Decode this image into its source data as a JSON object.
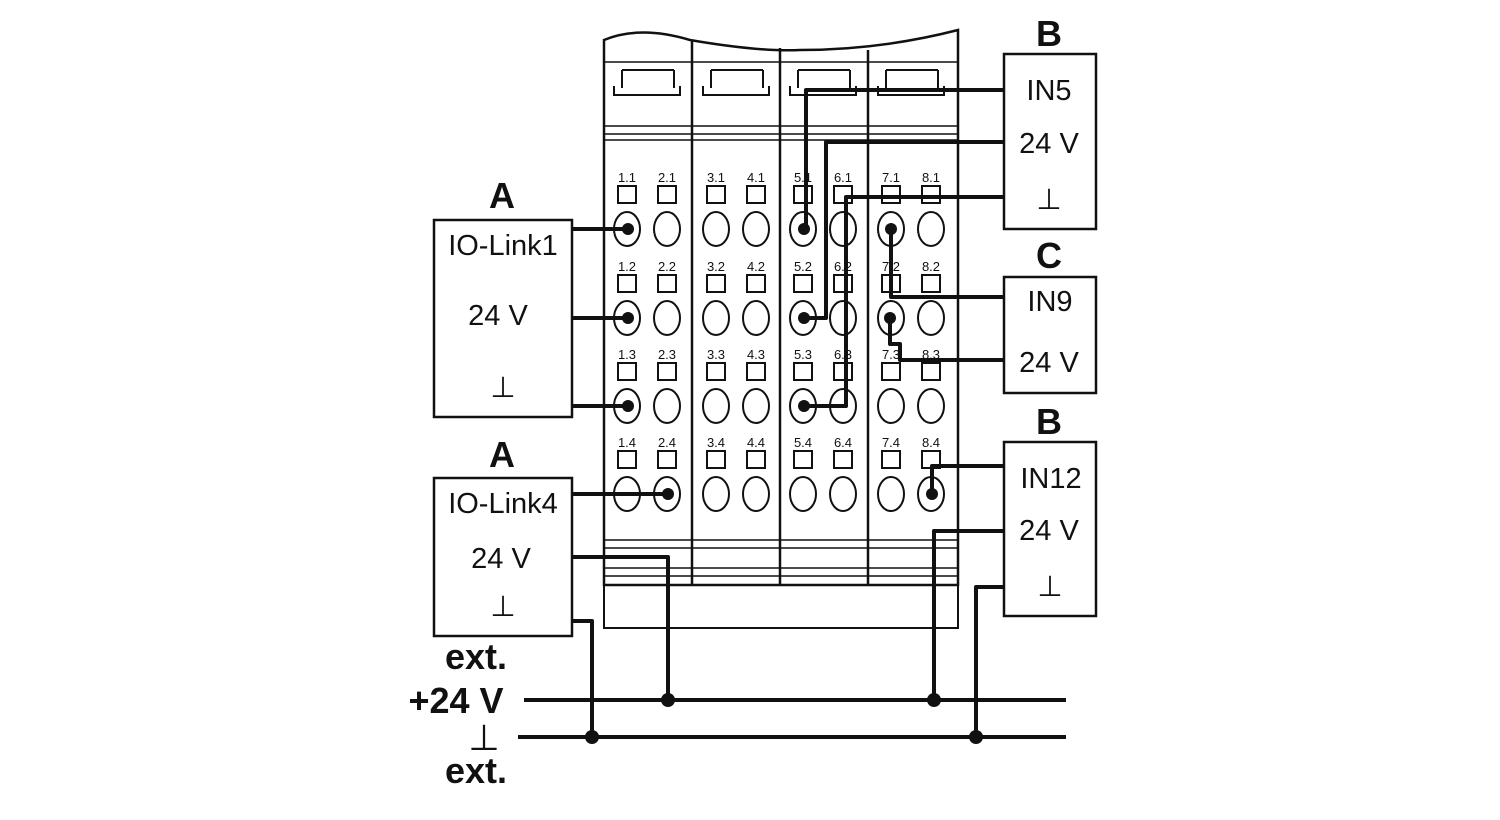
{
  "modules": [
    {
      "columns": [
        "1",
        "2"
      ]
    },
    {
      "columns": [
        "3",
        "4"
      ]
    },
    {
      "columns": [
        "5",
        "6"
      ]
    },
    {
      "columns": [
        "7",
        "8"
      ]
    }
  ],
  "terminal_labels": {
    "row1": [
      "1.1",
      "2.1",
      "3.1",
      "4.1",
      "5.1",
      "6.1",
      "7.1",
      "8.1"
    ],
    "row2": [
      "1.2",
      "2.2",
      "3.2",
      "4.2",
      "5.2",
      "6.2",
      "7.2",
      "8.2"
    ],
    "row3": [
      "1.3",
      "2.3",
      "3.3",
      "4.3",
      "5.3",
      "6.3",
      "7.3",
      "8.3"
    ],
    "row4": [
      "1.4",
      "2.4",
      "3.4",
      "4.4",
      "5.4",
      "6.4",
      "7.4",
      "8.4"
    ]
  },
  "devices": {
    "a1": {
      "tag": "A",
      "signal": "IO-Link1",
      "supply": "24 V",
      "ground": "⊥"
    },
    "a2": {
      "tag": "A",
      "signal": "IO-Link4",
      "supply": "24 V",
      "ground": "⊥"
    },
    "b1": {
      "tag": "B",
      "signal": "IN5",
      "supply": "24 V",
      "ground": "⊥"
    },
    "c1": {
      "tag": "C",
      "signal": "IN9",
      "supply": "24 V"
    },
    "b2": {
      "tag": "B",
      "signal": "IN12",
      "supply": "24 V",
      "ground": "⊥"
    }
  },
  "rails": {
    "ext_top": "ext.",
    "plus24": "+24 V",
    "ground_symbol": "⊥",
    "ext_bottom": "ext."
  },
  "colors": {
    "stroke": "#111111",
    "background": "#ffffff"
  }
}
